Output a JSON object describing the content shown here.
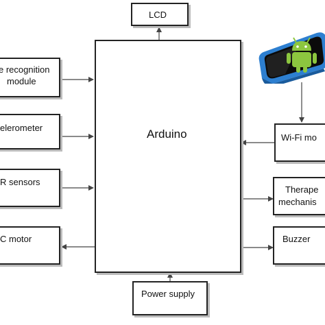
{
  "diagram": {
    "center": {
      "label": "Arduino"
    },
    "lcd": {
      "label": "LCD"
    },
    "left_blocks": [
      {
        "line1": "e recognition",
        "line2": "module"
      },
      {
        "line1": "elerometer"
      },
      {
        "line1": "R sensors"
      },
      {
        "line1": "C motor"
      }
    ],
    "right_blocks": [
      {
        "line1": "Wi-Fi mo"
      },
      {
        "line1": "Therape",
        "line2": "mechanis"
      },
      {
        "line1": "Buzzer"
      }
    ],
    "power": {
      "label": "Power supply"
    },
    "phone": {
      "icon": "android-smartphone-icon",
      "body_color": "#2d7fd0",
      "screen_color": "#0b0b0b",
      "android_color": "#8cc63f"
    },
    "colors": {
      "border": "#222222",
      "shadow": "#bbbbbb",
      "line": "#444444"
    }
  }
}
